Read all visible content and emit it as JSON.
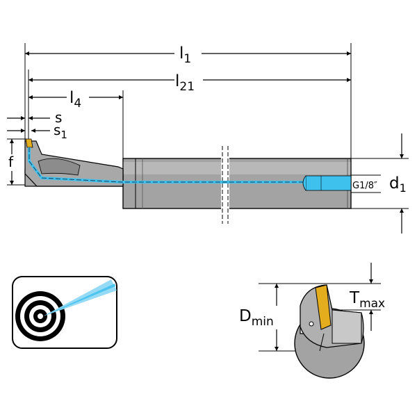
{
  "labels": {
    "l1": "l",
    "l1_sub": "1",
    "l21": "l",
    "l21_sub": "21",
    "l4": "l",
    "l4_sub": "4",
    "s": "s",
    "s1": "s",
    "s1_sub": "1",
    "f": "f",
    "d1": "d",
    "d1_sub": "1",
    "thread": "G1/8″",
    "dmin": "D",
    "dmin_sub": "min",
    "tmax": "T",
    "tmax_sub": "max"
  },
  "colors": {
    "body": "#a0a0a0",
    "body_light": "#b4b4b4",
    "body_dark": "#6a6a6a",
    "coolant": "#3fc1ee",
    "insert": "#e3ad1e",
    "outline": "#000000"
  },
  "icons": {
    "coolant_target": "coolant-target-icon"
  }
}
